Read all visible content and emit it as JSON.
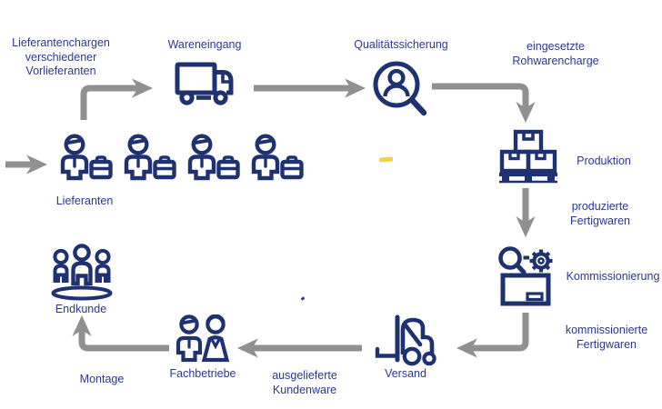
{
  "diagram_title": "Supply chain traceability flow (German)",
  "colors": {
    "icon_navy": "#1e3272",
    "label_blue": "#2b3990",
    "arrow_gray": "#909090",
    "artifact_yellow": "#f2d41f",
    "background": "#ffffff"
  },
  "nodes": {
    "vorlieferanten": {
      "lines": [
        "Lieferantenchargen",
        "verschiedener",
        "Vorlieferanten"
      ]
    },
    "lieferanten": {
      "label": "Lieferanten",
      "icon": "businessman-with-briefcase-icon",
      "count": 4
    },
    "wareneingang": {
      "label": "Wareneingang",
      "icon": "truck-icon"
    },
    "qualitaetssicherung": {
      "label": "Qualitätssicherung",
      "icon": "magnifier-person-icon"
    },
    "rohwarencharge": {
      "lines": [
        "eingesetzte",
        "Rohwarencharge"
      ]
    },
    "produktion": {
      "label": "Produktion",
      "icon": "pallet-boxes-icon"
    },
    "produzierte": {
      "lines": [
        "produzierte",
        "Fertigwaren"
      ]
    },
    "kommissionierung": {
      "label": "Kommissionierung",
      "icon": "box-magnifier-gear-icon"
    },
    "kommissionierte": {
      "lines": [
        "kommissionierte",
        "Fertigwaren"
      ]
    },
    "versand": {
      "label": "Versand",
      "icon": "forklift-icon"
    },
    "ausgelieferte": {
      "lines": [
        "ausgelieferte",
        "Kundenware"
      ]
    },
    "fachbetriebe": {
      "label": "Fachbetriebe",
      "icon": "man-woman-icon"
    },
    "montage": {
      "label": "Montage"
    },
    "endkunde": {
      "label": "Endkunde",
      "icon": "people-group-icon"
    }
  },
  "flow_order": [
    "Lieferanten",
    "Wareneingang",
    "Qualitätssicherung",
    "Produktion",
    "Kommissionierung",
    "Versand",
    "Fachbetriebe",
    "Endkunde"
  ]
}
